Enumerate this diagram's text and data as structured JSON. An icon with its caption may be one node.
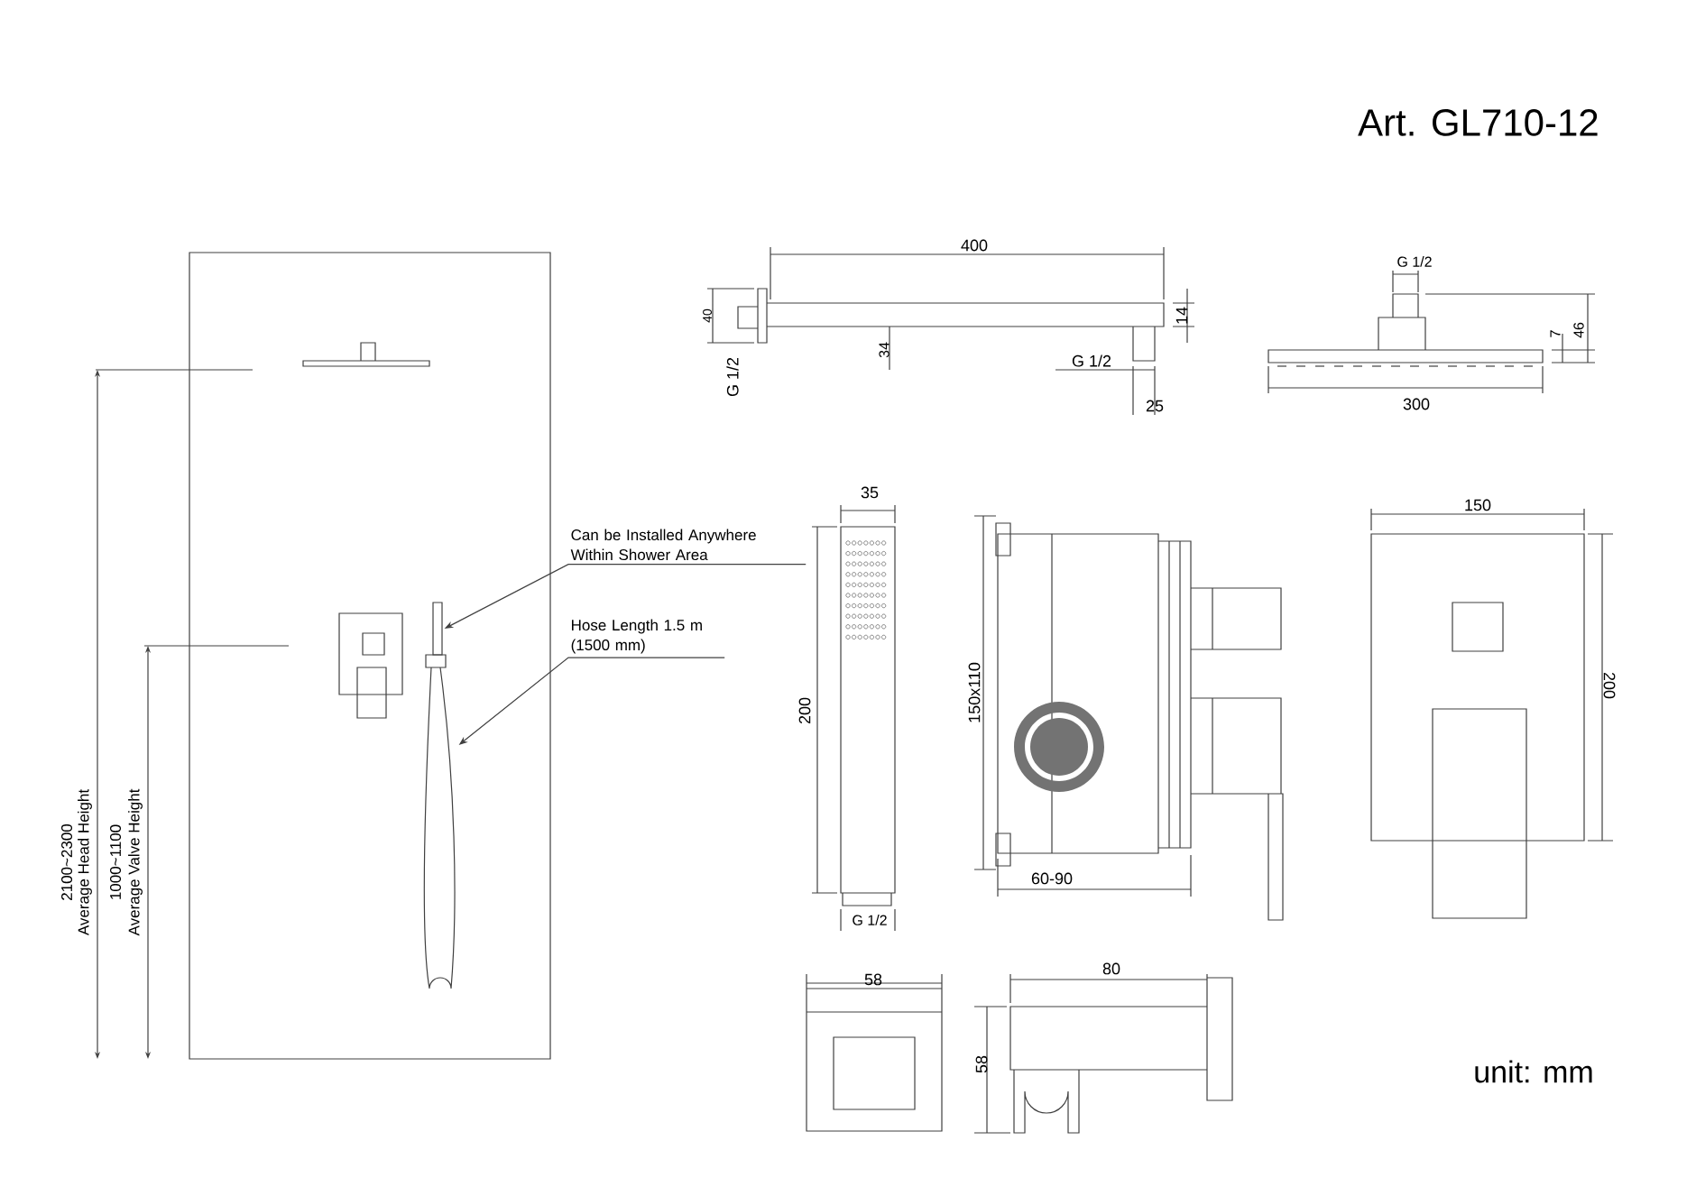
{
  "diagram": {
    "title": "Art. GL710-12",
    "nodes": [
      {
        "text": [
          "Can be Installed Anywhere Within Shower Area"
        ]
      },
      {
        "text": [],
        "shape": "bar"
      },
      {
        "text": [
          "Hose Length 1.5 m (1500 mm)"
        ]
      },
      {
        "text": [],
        "shape": "picture"
      }
    ],
    "edges": [
      {
        "from": 0,
        "to": 1,
        "arrow": "to"
      },
      {
        "from": 2,
        "to": 3,
        "arrow": "to"
      }
    ],
    "labels": [
      "400",
      "40",
      "G 1/2",
      "34",
      "14",
      "G 1/2",
      "25",
      "G 1/2",
      "7",
      "46",
      "300",
      "2100~2300",
      "Average Head Height",
      "1000~1100",
      "Average Valve Height",
      "35",
      "200",
      "G 1/2",
      "150x110",
      "60-90",
      "150",
      "200",
      "58",
      "80",
      "58",
      "unit: mm"
    ]
  }
}
